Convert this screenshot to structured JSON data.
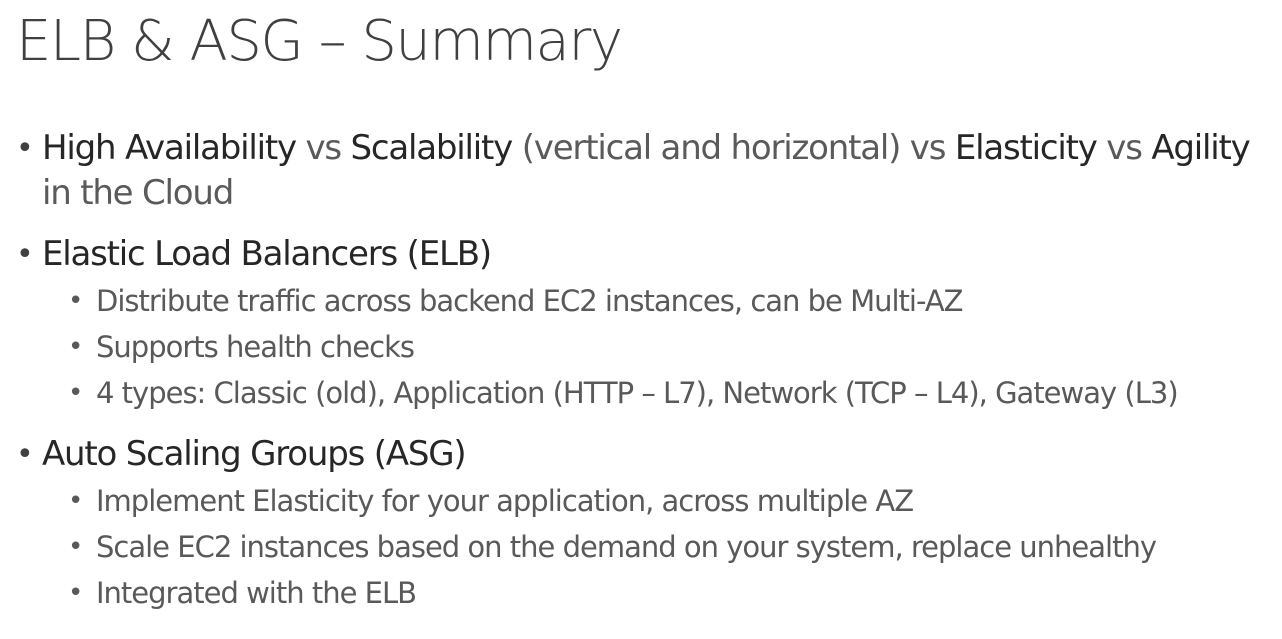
{
  "slide": {
    "title": "ELB & ASG – Summary",
    "bullets": [
      {
        "parts": [
          {
            "text": "High Availability",
            "style": "strong"
          },
          {
            "text": " vs ",
            "style": "weak"
          },
          {
            "text": "Scalability",
            "style": "strong"
          },
          {
            "text": " (vertical and horizontal) vs ",
            "style": "weak"
          },
          {
            "text": "Elasticity",
            "style": "strong"
          },
          {
            "text": " vs ",
            "style": "weak"
          },
          {
            "text": "Agility",
            "style": "strong"
          },
          {
            "text": " in the Cloud",
            "style": "weak"
          }
        ],
        "sub": []
      },
      {
        "parts": [
          {
            "text": "Elastic Load Balancers (ELB)",
            "style": "strong"
          }
        ],
        "sub": [
          "Distribute traffic across backend EC2 instances, can be Multi-AZ",
          "Supports health checks",
          "4 types: Classic (old), Application (HTTP – L7), Network (TCP – L4), Gateway (L3)"
        ]
      },
      {
        "parts": [
          {
            "text": "Auto Scaling Groups (ASG)",
            "style": "strong"
          }
        ],
        "sub": [
          "Implement Elasticity for your application, across multiple AZ",
          "Scale EC2 instances based on the demand on your system, replace unhealthy",
          "Integrated with the ELB"
        ]
      }
    ]
  }
}
